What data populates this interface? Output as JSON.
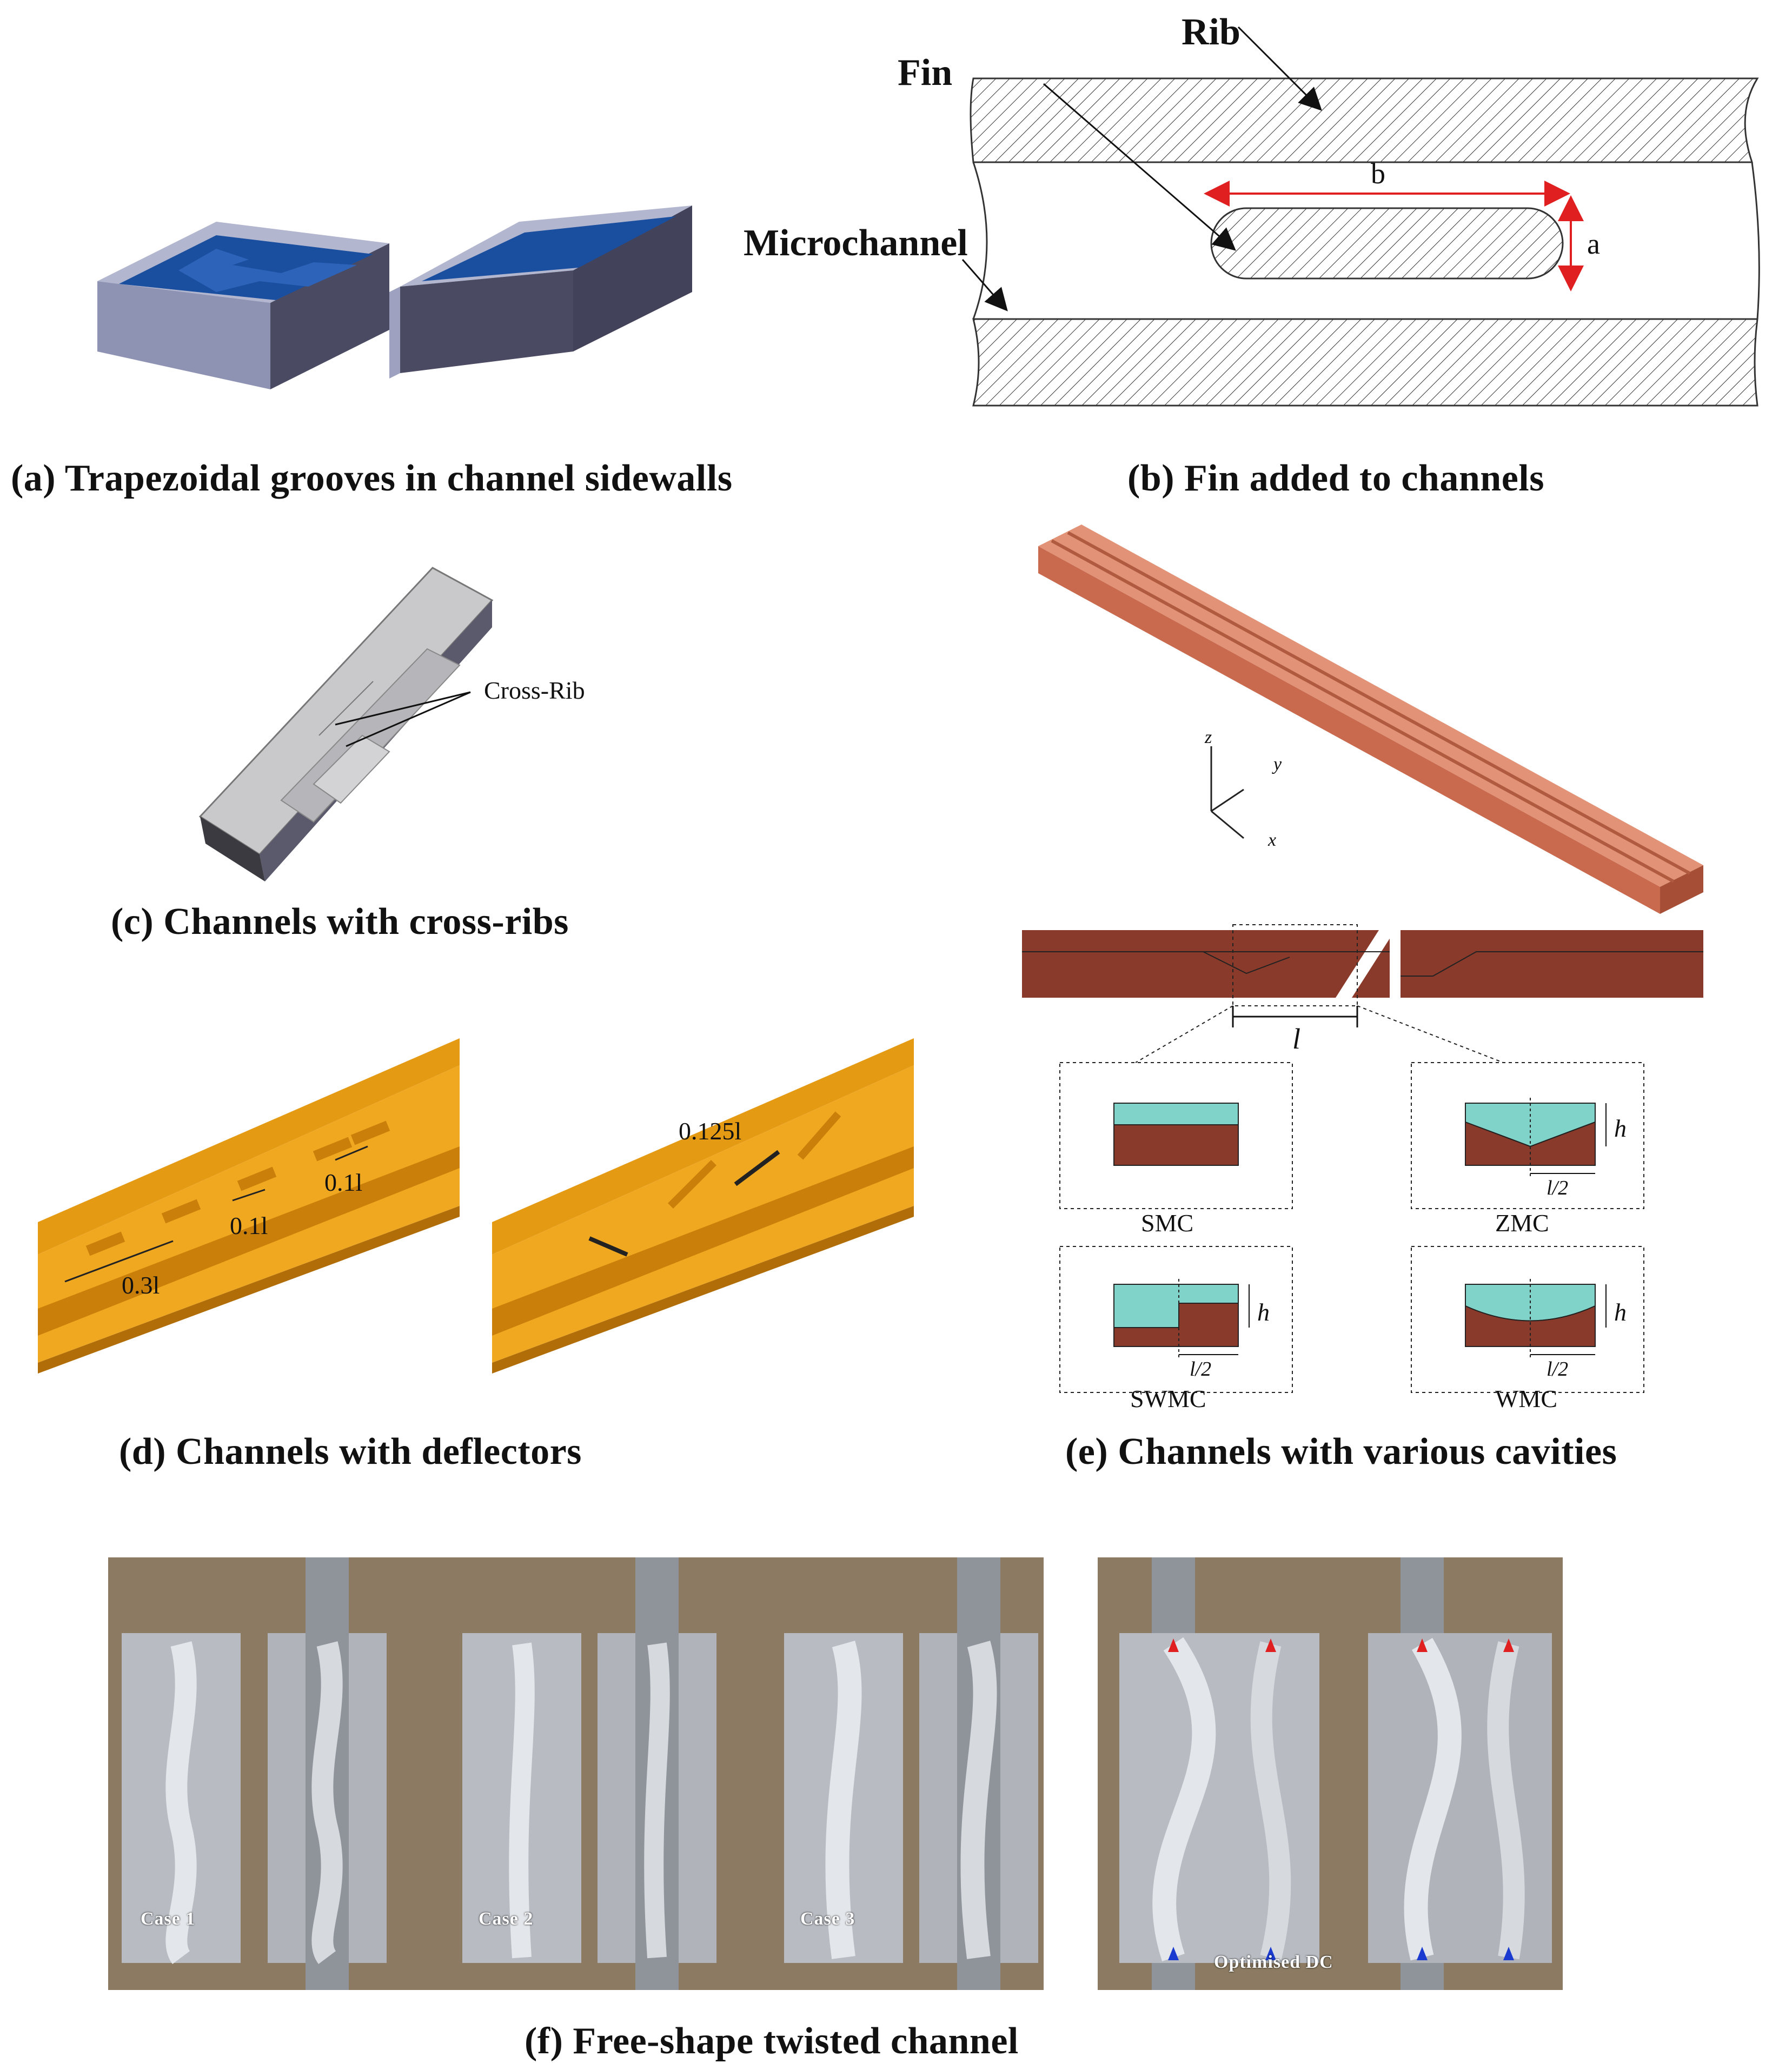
{
  "panels": {
    "a": {
      "caption": "(a) Trapezoidal grooves in channel sidewalls"
    },
    "b": {
      "caption": "(b) Fin added to channels",
      "labels": {
        "rib": "Rib",
        "fin": "Fin",
        "microchannel": "Microchannel",
        "dim_b": "b",
        "dim_a": "a"
      }
    },
    "c": {
      "caption": "(c) Channels with cross-ribs",
      "labels": {
        "cross_rib": "Cross-Rib"
      }
    },
    "d": {
      "caption": "(d) Channels with deflectors",
      "labels": {
        "d1": "0.3l",
        "d2": "0.1l",
        "d3": "0.1l",
        "d4": "0.125l"
      }
    },
    "e": {
      "caption": "(e) Channels with various cavities",
      "labels": {
        "axis_z": "z",
        "axis_y": "y",
        "axis_x": "x",
        "length": "l",
        "smc": "SMC",
        "zmc": "ZMC",
        "swmc": "SWMC",
        "wmc": "WMC",
        "h": "h",
        "half_l": "l/2"
      }
    },
    "f": {
      "caption": "(f) Free-shape twisted channel",
      "labels": {
        "case1": "Case 1",
        "case2": "Case 2",
        "case3": "Case 3",
        "optimised": "Optimised DC"
      }
    }
  },
  "colors": {
    "blue_groove": "#1a4fa0",
    "gray_block": "#4a4a62",
    "light_side": "#a9acc6",
    "copper": "#c96a4e",
    "brown": "#8a3a2a",
    "cyan": "#7fd3c8",
    "orange": "#e59a13",
    "wood": "#8c7b62",
    "metal": "#b8bcc2",
    "red_arrow": "#e02020",
    "blue_arrow": "#1a3ad0"
  }
}
